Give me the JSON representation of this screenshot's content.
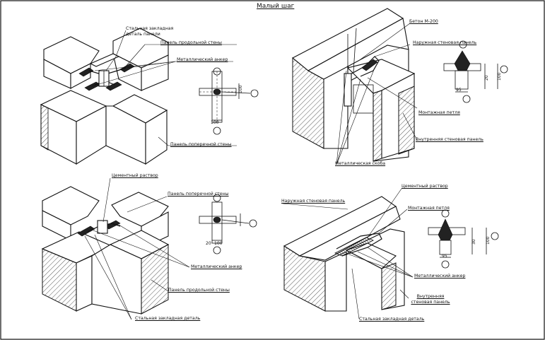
{
  "title": "Малый шаг",
  "quadrants": {
    "top_left": {
      "labels": {
        "embed_part": "Стальная закладная деталь панели",
        "longitudinal_panel": "Панель продольной стены",
        "metal_anchor": "Металлический анкер",
        "cross_panel": "Панель поперечной стены"
      },
      "dims": {
        "a": "100",
        "b": "100"
      }
    },
    "top_right": {
      "labels": {
        "concrete": "Бетон М-200",
        "outer_panel": "Наружная стеновая панель",
        "mount_loop": "Монтажная петля",
        "inner_panel": "Внутренняя стеновая панель",
        "metal_bracket": "Металлическая скоба"
      },
      "dims": {
        "a": "95",
        "b": "20",
        "c": "100"
      }
    },
    "bottom_left": {
      "labels": {
        "cement_mortar": "Цементный раствор",
        "cross_panel": "Панель поперечной стены",
        "metal_anchor": "Металлический анкер",
        "longitudinal_panel": "Панель продольной стены",
        "steel_embed": "Стальная закладная деталь"
      },
      "dims": {
        "a": "20",
        "b": "100"
      }
    },
    "bottom_right": {
      "labels": {
        "cement_mortar": "Цементный раствор",
        "outer_panel": "Наружная стеновая панель",
        "mount_loop": "Монтажная петля",
        "metal_anchor": "Металлический анкер",
        "inner_panel": "Внутренняя стеновая панель",
        "steel_embed": "Стальная закладная деталь"
      },
      "dims": {
        "a": "95",
        "b": "30",
        "c": "100"
      }
    }
  }
}
